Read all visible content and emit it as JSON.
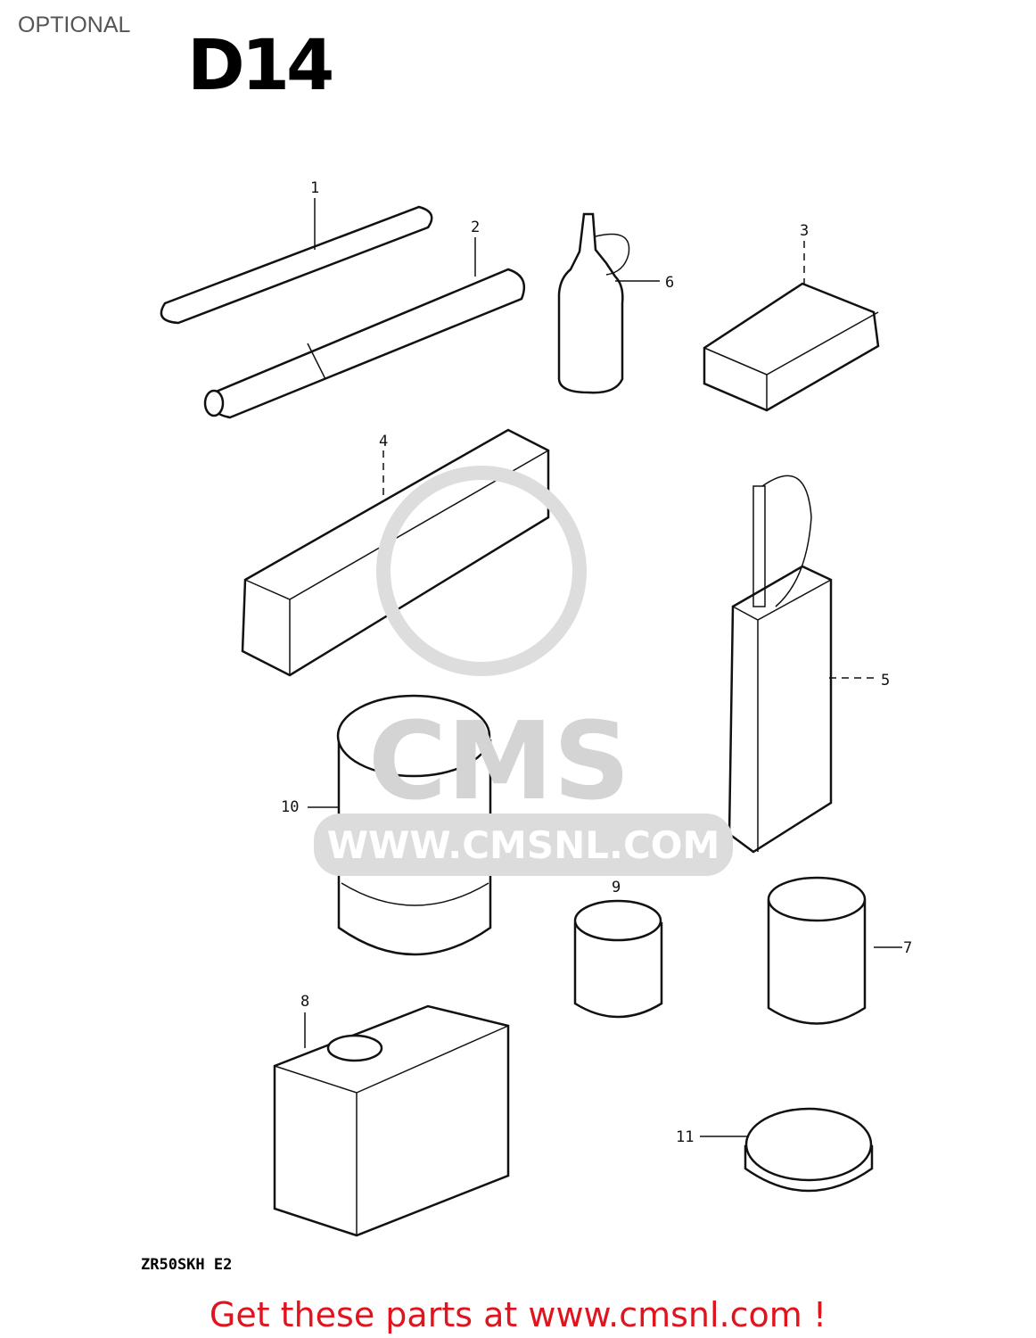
{
  "section_label": "OPTIONAL",
  "diagram_code": "D14",
  "drawing_ref": "ZR50SKH E2",
  "watermark": {
    "logo": "CMS",
    "url": "WWW.CMSNL.COM"
  },
  "callouts": [
    "1",
    "2",
    "3",
    "4",
    "5",
    "6",
    "7",
    "8",
    "9",
    "10",
    "11"
  ],
  "footer": "Get these parts at www.cmsnl.com !",
  "colors": {
    "footer": "#e0141e",
    "watermark": "#d8d8d8"
  }
}
